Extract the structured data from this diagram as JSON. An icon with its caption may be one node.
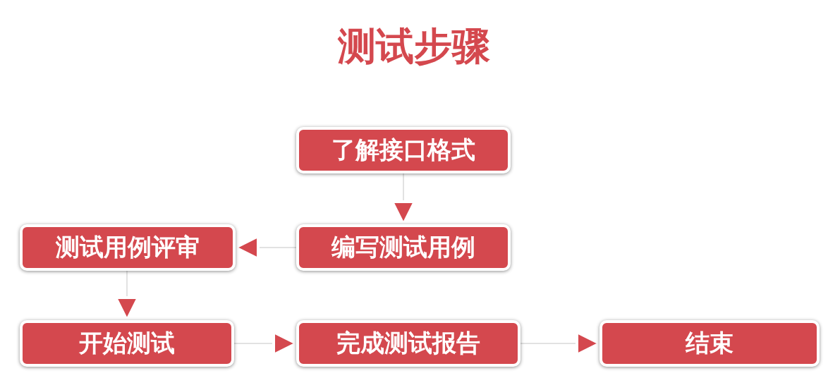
{
  "diagram": {
    "title": "测试步骤",
    "nodes": [
      {
        "text": [
          "了解接口格式"
        ]
      },
      {
        "text": [
          "编写测试用例"
        ]
      },
      {
        "text": [
          "测试用例评审"
        ]
      },
      {
        "text": [
          "开始测试"
        ]
      },
      {
        "text": [
          "完成测试报告"
        ]
      },
      {
        "text": [
          "结束"
        ]
      }
    ],
    "edges": [
      {
        "from": 0,
        "to": 1,
        "arrow": "to"
      },
      {
        "from": 1,
        "to": 2,
        "arrow": "to"
      },
      {
        "from": 2,
        "to": 3,
        "arrow": "to"
      },
      {
        "from": 3,
        "to": 4,
        "arrow": "to"
      },
      {
        "from": 4,
        "to": 5,
        "arrow": "to"
      }
    ]
  }
}
